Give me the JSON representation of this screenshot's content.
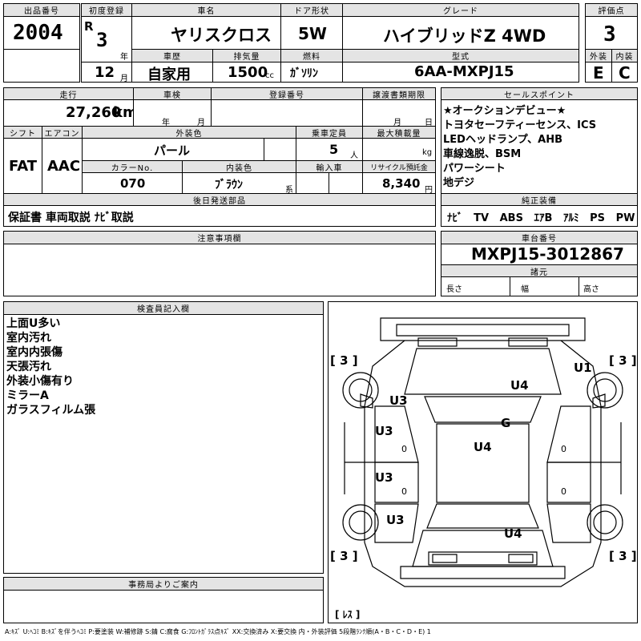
{
  "header": {
    "lot_label": "出品番号",
    "lot_no": "2004",
    "first_reg_label": "初度登録",
    "era": "R",
    "year": "3",
    "year_unit": "年",
    "month": "12",
    "month_unit": "月",
    "name_label": "車名",
    "name": "ヤリスクロス",
    "door_label": "ドア形状",
    "door": "5W",
    "grade_label": "グレード",
    "grade": "ハイブリッドZ 4WD",
    "score_label": "評価点",
    "score": "3",
    "history_label": "車歴",
    "history": "自家用",
    "displacement_label": "排気量",
    "displacement": "1500",
    "displacement_unit": "cc",
    "fuel_label": "燃料",
    "fuel": "ｶﾞｿﾘﾝ",
    "model_label": "型式",
    "model": "6AA-MXPJ15",
    "ext_label": "外装",
    "ext": "E",
    "int_label": "内装",
    "int": "C"
  },
  "row2": {
    "mileage_label": "走行",
    "mileage": "27,260",
    "mileage_unit": "km",
    "inspection_label": "車検",
    "year_unit": "年",
    "month_unit": "月",
    "reg_label": "登録番号",
    "transfer_label": "譲渡書類期限",
    "month_unit2": "月",
    "day_unit": "日",
    "shift_label": "シフト",
    "shift": "FAT",
    "ac_label": "エアコン",
    "ac": "AAC",
    "color_label": "外装色",
    "color": "パール",
    "capacity_label": "乗車定員",
    "capacity": "5",
    "capacity_unit": "人",
    "load_label": "最大積載量",
    "load_unit": "kg",
    "color_no_label": "カラーNo.",
    "color_no": "070",
    "int_color_label": "内装色",
    "int_color": "ﾌﾞﾗｳﾝ",
    "int_color_unit": "系",
    "import_label": "輸入車",
    "recycle_label": "リサイクル預託金",
    "recycle": "8,340",
    "recycle_unit": "円",
    "later_label": "後日発送部品",
    "later": "保証書 車両取説 ﾅﾋﾞ取説"
  },
  "sales": {
    "label": "セールスポイント",
    "items": [
      "★オークションデビュー★",
      "トヨタセーフティーセンス、ICS",
      "LEDヘッドランプ、AHB",
      "車線逸脱、BSM",
      "パワーシート",
      "地デジ"
    ]
  },
  "equipment": {
    "label": "純正装備",
    "items": [
      "ﾅﾋﾞ",
      "TV",
      "ABS",
      "ｴｱB",
      "ｱﾙﾐ",
      "PS",
      "PW"
    ]
  },
  "caution_label": "注意事項欄",
  "chassis": {
    "label": "車台番号",
    "value": "MXPJ15-3012867"
  },
  "specs": {
    "label": "諸元",
    "length": "長さ",
    "width": "幅",
    "height": "高さ"
  },
  "inspector": {
    "label": "検査員記入欄",
    "notes": [
      "上面U多い",
      "室内汚れ",
      "室内内張傷",
      "天張汚れ",
      "外装小傷有り",
      "ミラーA",
      "ガラスフィルム張"
    ]
  },
  "diagram": {
    "marks": [
      "U4",
      "U1",
      "U3",
      "G",
      "U3",
      "U4",
      "U3",
      "U3",
      "U4"
    ],
    "tires": [
      "[ 3 ]",
      "[ 3 ]",
      "[ 3 ]",
      "[ 3 ]"
    ],
    "zeros": [
      "0",
      "0",
      "0",
      "0"
    ],
    "spare": "[ ﾚｽ ]"
  },
  "office_label": "事務局よりご案内",
  "legend": "A:ｷｽﾞ U:ﾍｺﾐ B:ｷｽﾞを伴うﾍｺﾐ P:要塗装 W:補修跡 S:錆 C:腐食 G:ﾌﾛﾝﾄｶﾞﾗｽ点ｷｽﾞ XX:交換済み X:要交換 内・外装評価 5段階ﾗﾝｸ順(A・B・C・D・E) 1"
}
